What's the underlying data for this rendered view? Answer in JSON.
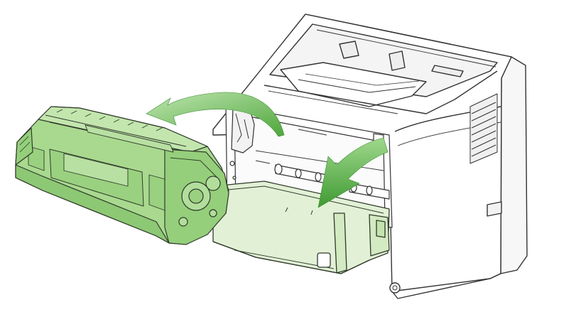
{
  "figure": {
    "subject": "printer-toner-cartridge-removal",
    "colors": {
      "outline": "#333333",
      "printer_body": "#ffffff",
      "printer_shade": "#f2f2f2",
      "cartridge_fill": "#a9d98f",
      "cartridge_dark": "#7fbf66",
      "cartridge_outline": "#2f3a2a",
      "door_fill": "#e2f1d6",
      "arrow_fill": "#5fb04a",
      "arrow_dark": "#3f8f34"
    },
    "icons": [
      "curved-arrow-out",
      "curved-arrow-down"
    ]
  }
}
